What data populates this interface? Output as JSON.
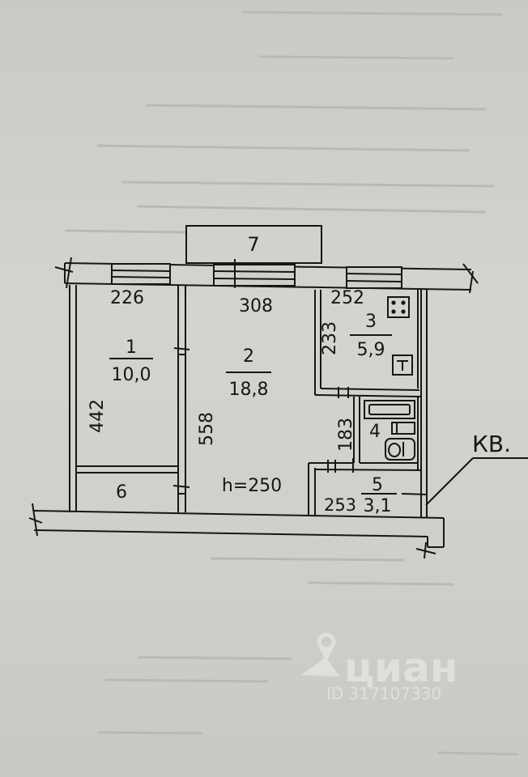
{
  "plan": {
    "balcony_number": "7",
    "ceiling_height": "h=250",
    "apartment_label": "КВ.",
    "rooms": [
      {
        "number": "1",
        "area": "10,0"
      },
      {
        "number": "2",
        "area": "18,8"
      },
      {
        "number": "3",
        "area": "5,9"
      },
      {
        "number": "4"
      },
      {
        "number": "5",
        "area": "3,1"
      },
      {
        "number": "6"
      }
    ],
    "dimensions": {
      "room1_width": "226",
      "room1_length": "442",
      "room2_width": "308",
      "room2_length": "558",
      "kitchen_width": "252",
      "kitchen_length": "233",
      "bath_length": "183",
      "hall_width": "253"
    }
  },
  "watermark": {
    "brand": "циан",
    "id_text": "ID 317107330"
  },
  "colors": {
    "paper": "#cfd0cb",
    "ink": "#161616"
  }
}
